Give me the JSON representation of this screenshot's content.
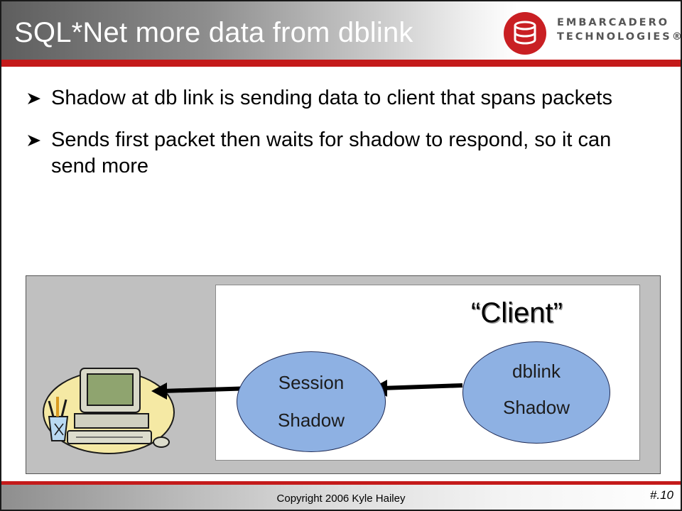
{
  "header": {
    "title": "SQL*Net more data from dblink",
    "logo": {
      "line1": "EMBARCADERO",
      "line2": "TECHNOLOGIES®"
    }
  },
  "bullets": [
    {
      "text": "Shadow at db link  is sending data to client that spans packets"
    },
    {
      "text": "Sends first packet then waits for shadow to respond, so it can send more"
    }
  ],
  "diagram": {
    "client_label": "“Client”",
    "session_node": {
      "line1": "Session",
      "line2": "Shadow"
    },
    "dblink_node": {
      "line1": "dblink",
      "line2": "Shadow"
    }
  },
  "footer": {
    "copyright": "Copyright 2006 Kyle Hailey",
    "page_number": "#.10"
  },
  "colors": {
    "accent_red": "#c41a1a",
    "node_fill": "#8eb1e3",
    "diagram_bg": "#c0c0c0"
  },
  "icons": [
    "embarcadero-logo-icon",
    "arrow-bullet-icon",
    "computer-clipart-icon",
    "arrow-left-icon"
  ]
}
